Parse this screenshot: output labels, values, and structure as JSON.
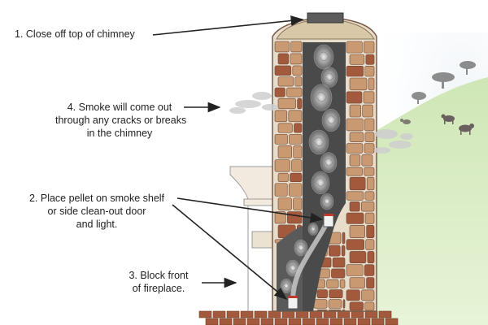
{
  "labels": {
    "step1": [
      "1. Close off top of chimney"
    ],
    "step4": [
      "4. Smoke will come out",
      "through any cracks or breaks",
      "in the chimney"
    ],
    "step2": [
      "2. Place pellet on smoke shelf",
      "or side clean-out door",
      "and light."
    ],
    "step3": [
      "3. Block front",
      "of fireplace."
    ]
  },
  "colors": {
    "brick": "#a35a3c",
    "stone": "#c99a72",
    "mortar": "#e8dccb",
    "cap": "#d9c8a8",
    "flue": "#4a4a4a",
    "smoke": "#cfcfcf",
    "hill": "#d8eec2",
    "sky": "#dfe7ef",
    "arrow": "#222222"
  },
  "icons": [
    "cow-icon",
    "tree-icon",
    "smoke-pellet-icon"
  ]
}
